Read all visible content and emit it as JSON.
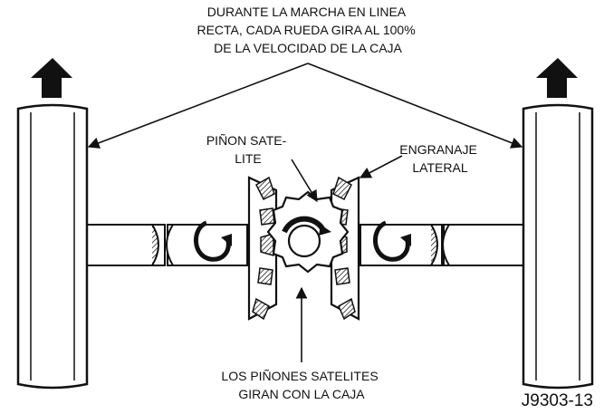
{
  "diagram": {
    "top_caption": [
      "DURANTE LA MARCHA EN LINEA",
      "RECTA, CADA RUEDA GIRA AL 100%",
      "DE LA VELOCIDAD DE LA CAJA"
    ],
    "pinion_label": [
      "PIÑON SATE-",
      "LITE"
    ],
    "side_gear_label": [
      "ENGRANAJE",
      "LATERAL"
    ],
    "bottom_caption": [
      "LOS PIÑONES SATELITES",
      "GIRAN CON LA CAJA"
    ],
    "figure_code": "J9303-13"
  }
}
